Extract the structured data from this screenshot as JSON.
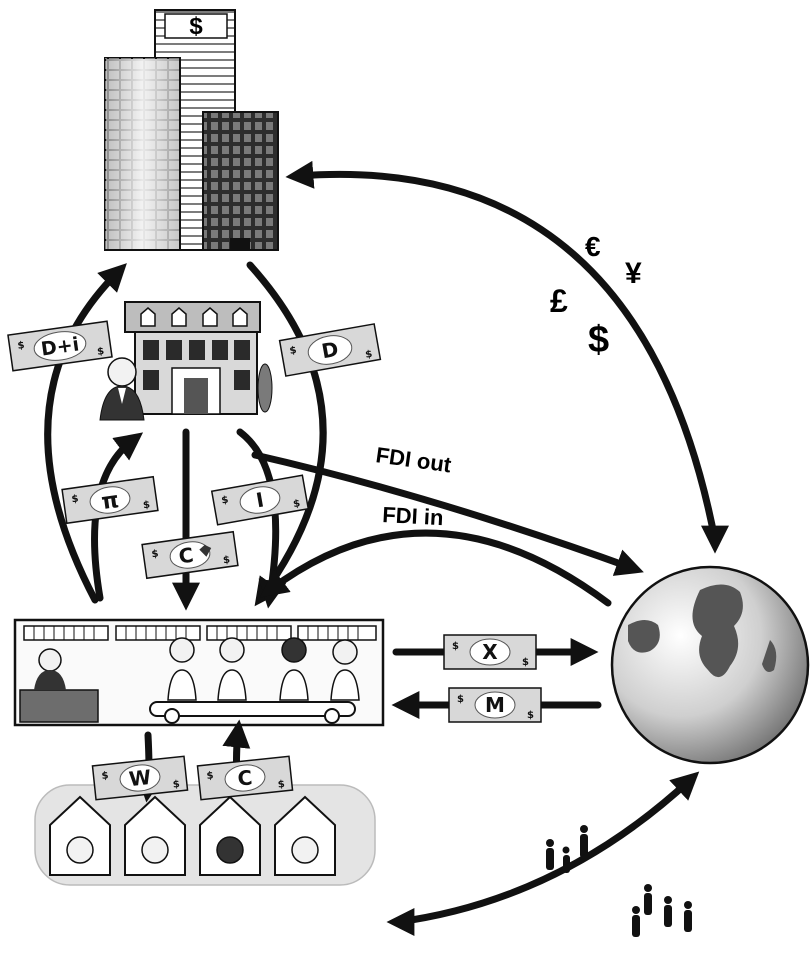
{
  "diagram": {
    "labels": {
      "fdi_out": "FDI out",
      "fdi_in": "FDI in"
    },
    "currency_symbols": [
      "€",
      "¥",
      "£",
      "$"
    ],
    "building_sign": "$",
    "banknotes": {
      "debt_plus_interest": "D+i",
      "debt": "D",
      "profit": "π",
      "investment": "I",
      "consumption_firm": "C",
      "exports": "X",
      "imports": "M",
      "wages": "W",
      "consumption_household": "C",
      "corner_symbol": "$"
    },
    "colors": {
      "ink": "#111111",
      "note_fill": "#d8d8d8",
      "household_band": "#e4e4e4",
      "globe_light": "#f2f2f2",
      "globe_dark": "#555555"
    }
  }
}
